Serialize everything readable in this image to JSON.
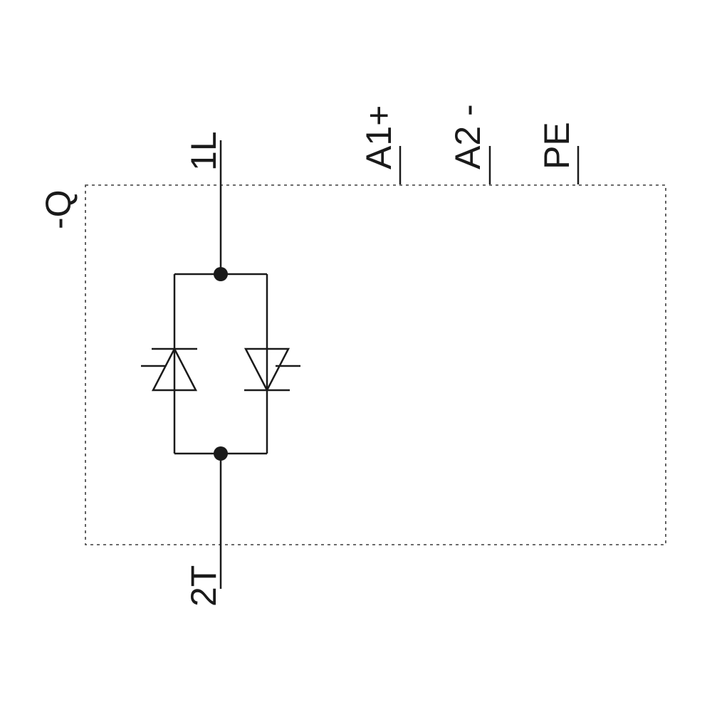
{
  "diagram": {
    "kind": "circuit-diagram",
    "component": {
      "designation": "-Q",
      "symbol": "antiparallel-thyristor-pair"
    },
    "terminals": {
      "load_in": {
        "label": "1L"
      },
      "load_out": {
        "label": "2T"
      },
      "control_plus": {
        "label": "A1+"
      },
      "control_minus": {
        "label": "A2 -"
      },
      "protective_earth": {
        "label": "PE"
      }
    },
    "colors": {
      "line": "#1a1a1a",
      "boundary": "#3c3c3c",
      "background": "#ffffff"
    }
  }
}
